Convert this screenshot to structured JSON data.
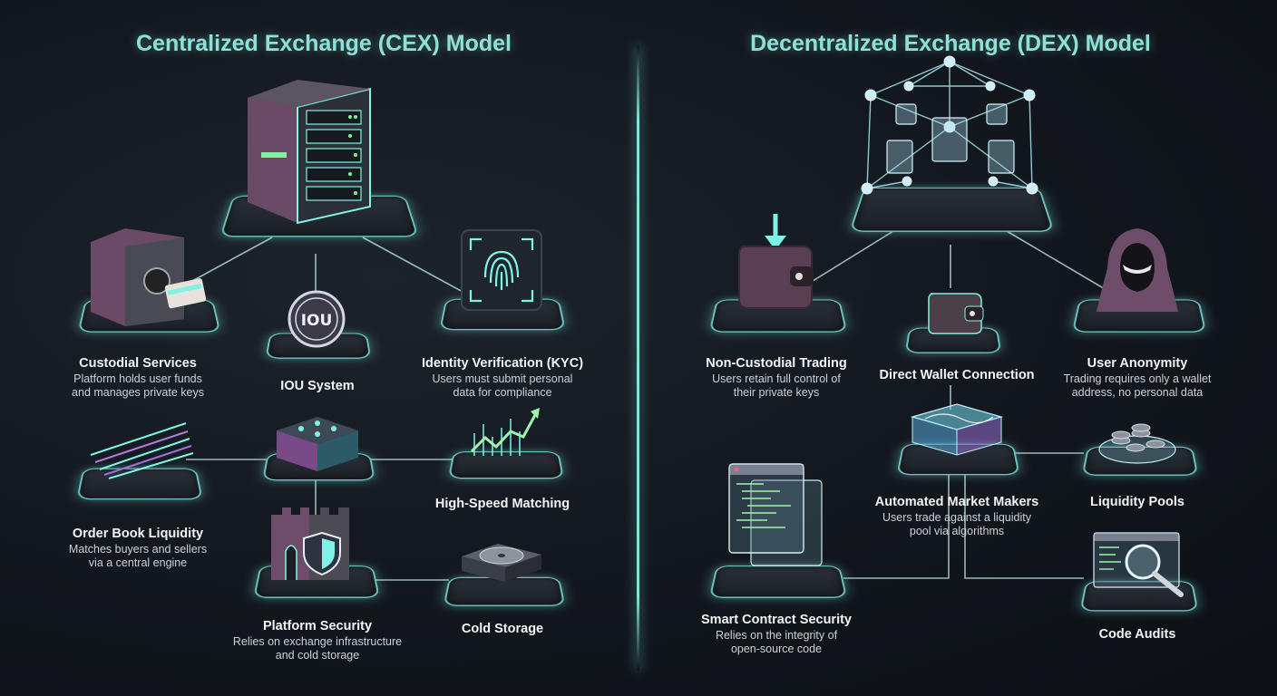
{
  "cex": {
    "title": "Centralized Exchange (CEX) Model",
    "custodial": {
      "title": "Custodial Services",
      "desc1": "Platform holds user funds",
      "desc2": "and manages private keys"
    },
    "iou": {
      "title": "IOU System",
      "badge": "IOU"
    },
    "kyc": {
      "title": "Identity Verification (KYC)",
      "desc1": "Users must submit personal",
      "desc2": "data for compliance"
    },
    "orderbook": {
      "title": "Order Book Liquidity",
      "desc1": "Matches buyers and sellers",
      "desc2": "via a central engine"
    },
    "matching": {
      "title": "High-Speed Matching"
    },
    "security": {
      "title": "Platform Security",
      "desc1": "Relies on exchange infrastructure",
      "desc2": "and cold storage"
    },
    "cold": {
      "title": "Cold Storage"
    }
  },
  "dex": {
    "title": "Decentralized Exchange (DEX) Model",
    "noncustodial": {
      "title": "Non-Custodial Trading",
      "desc1": "Users retain full control of",
      "desc2": "their private keys"
    },
    "wallet": {
      "title": "Direct Wallet Connection"
    },
    "anon": {
      "title": "User Anonymity",
      "desc1": "Trading requires only a wallet",
      "desc2": "address, no personal data"
    },
    "amm": {
      "title": "Automated Market Makers",
      "desc1": "Users trade against a liquidity",
      "desc2": "pool via algorithms"
    },
    "pools": {
      "title": "Liquidity Pools"
    },
    "smart": {
      "title": "Smart Contract Security",
      "desc1": "Relies on the integrity of",
      "desc2": "open-source code"
    },
    "audits": {
      "title": "Code Audits"
    }
  },
  "colors": {
    "accent": "#8fe0d6",
    "glow": "#82f5eb",
    "magenta": "#b060a0"
  },
  "icons": [
    "server-icon",
    "safe-icon",
    "iou-coin-icon",
    "fingerprint-icon",
    "order-stream-icon",
    "matching-cubes-icon",
    "growth-chart-icon",
    "castle-shield-icon",
    "hard-drive-icon",
    "network-nodes-icon",
    "wallet-arrow-icon",
    "wallet-icon",
    "hooded-user-icon",
    "liquidity-pool-icon",
    "coin-stack-icon",
    "code-window-icon",
    "magnifier-code-icon"
  ]
}
